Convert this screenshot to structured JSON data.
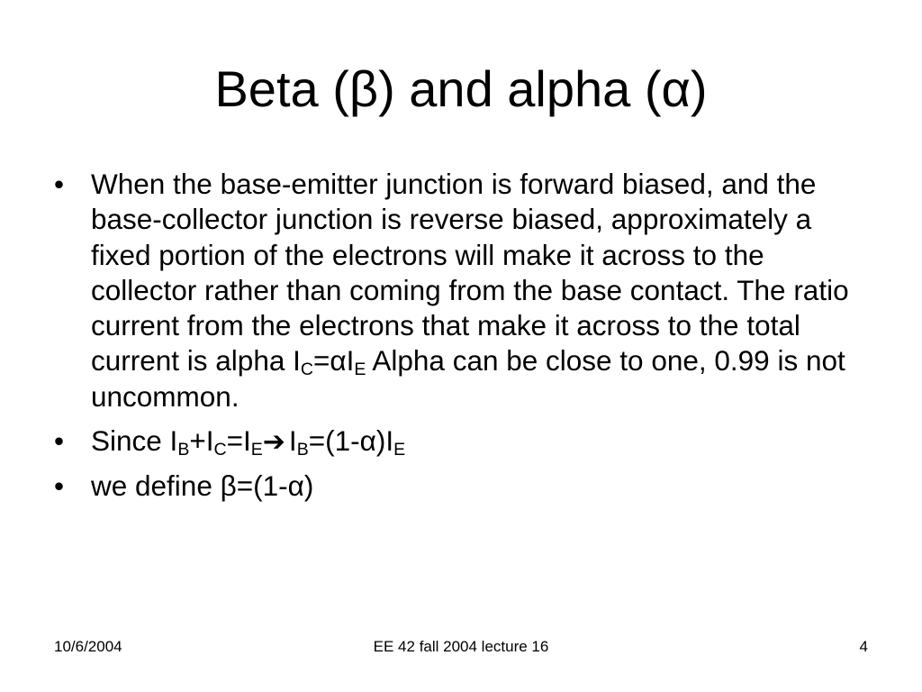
{
  "slide": {
    "title": "Beta (β) and alpha (α)",
    "bullet_symbol": "•",
    "bullet1": {
      "text_before_ic": "When the base-emitter junction is forward biased, and the base-collector junction is reverse biased, approximately a fixed portion of the electrons will make it across to the collector rather than coming from the base contact.  The ratio current from the electrons that make it across to the total current is alpha  I",
      "sub_c": "C",
      "eq_alpha_i": "=αI",
      "sub_e": "E",
      "text_after": " Alpha can be close to one, 0.99 is not uncommon."
    },
    "bullet2": {
      "since_i": "Since I",
      "sub_b": "B",
      "plus_i": "+I",
      "sub_c": "C",
      "eq_i": "=I",
      "sub_e": "E",
      "arrow": "➔",
      "i_b": "I",
      "sub_b2": "B",
      "eq_expr": "=(1-α)I",
      "sub_e2": "E"
    },
    "bullet3": {
      "text": "we define β=(1-α)"
    }
  },
  "footer": {
    "date": "10/6/2004",
    "course": "EE 42 fall 2004 lecture 16",
    "page_number": "4"
  }
}
